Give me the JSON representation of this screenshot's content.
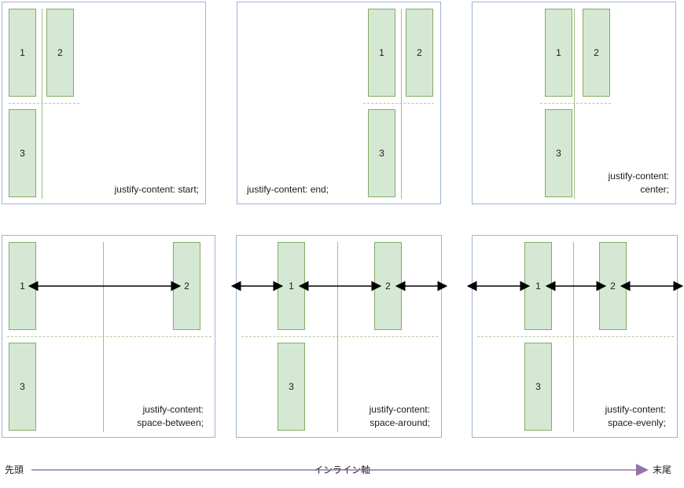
{
  "diagram": {
    "title": "justify-content illustration",
    "colors": {
      "box_fill": "#d5e8d4",
      "box_stroke": "#86ab63",
      "panel_stroke": "#9db3d4",
      "guide_line": "#9ec07f",
      "dashed_line": "#b4c9a0",
      "arrow": "#000000",
      "axis": "#9673a6",
      "text": "#1b1b1b"
    },
    "box_labels": {
      "one": "1",
      "two": "2",
      "three": "3"
    },
    "panels": [
      {
        "id": "start",
        "caption": "justify-content: start;",
        "caption_lines": [
          "justify-content: start;"
        ],
        "caption_align": "right",
        "arrows": []
      },
      {
        "id": "end",
        "caption": "justify-content: end;",
        "caption_lines": [
          "justify-content: end;"
        ],
        "caption_align": "left",
        "arrows": []
      },
      {
        "id": "center",
        "caption": "justify-content: center;",
        "caption_lines": [
          "justify-content:",
          "center;"
        ],
        "caption_align": "right",
        "arrows": []
      },
      {
        "id": "space-between",
        "caption": "justify-content: space-between;",
        "caption_lines": [
          "justify-content:",
          "space-between;"
        ],
        "caption_align": "right",
        "arrows": [
          "between-1-2"
        ]
      },
      {
        "id": "space-around",
        "caption": "justify-content: space-around;",
        "caption_lines": [
          "justify-content:",
          "space-around;"
        ],
        "caption_align": "right",
        "arrows": [
          "lead-half",
          "between-1-2",
          "trail-half"
        ]
      },
      {
        "id": "space-evenly",
        "caption": "justify-content: space-evenly;",
        "caption_lines": [
          "justify-content:",
          "space-evenly;"
        ],
        "caption_align": "right",
        "arrows": [
          "lead-equal",
          "between-1-2",
          "trail-equal"
        ]
      }
    ],
    "axis": {
      "start_label": "先頭",
      "middle_label": "インライン軸",
      "end_label": "末尾",
      "direction": "left-to-right"
    }
  }
}
